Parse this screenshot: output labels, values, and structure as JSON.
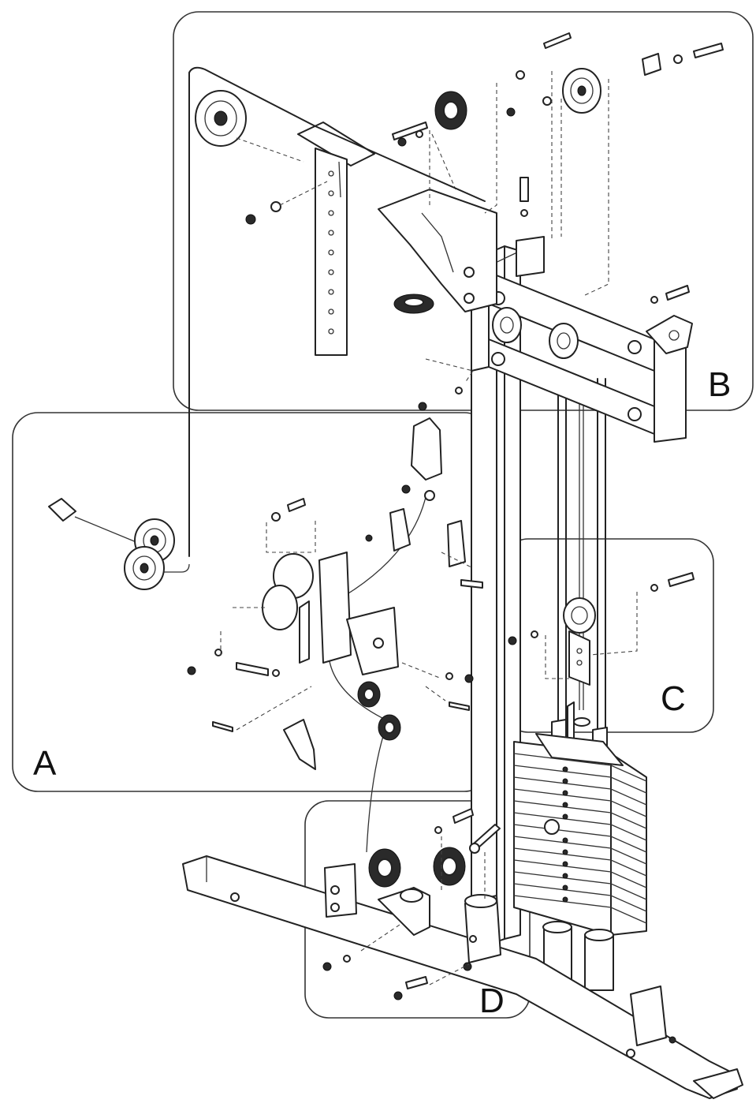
{
  "callouts": {
    "a": "A",
    "b": "B",
    "c": "C",
    "d": "D"
  },
  "colors": {
    "line": "#222222",
    "background": "#ffffff"
  }
}
